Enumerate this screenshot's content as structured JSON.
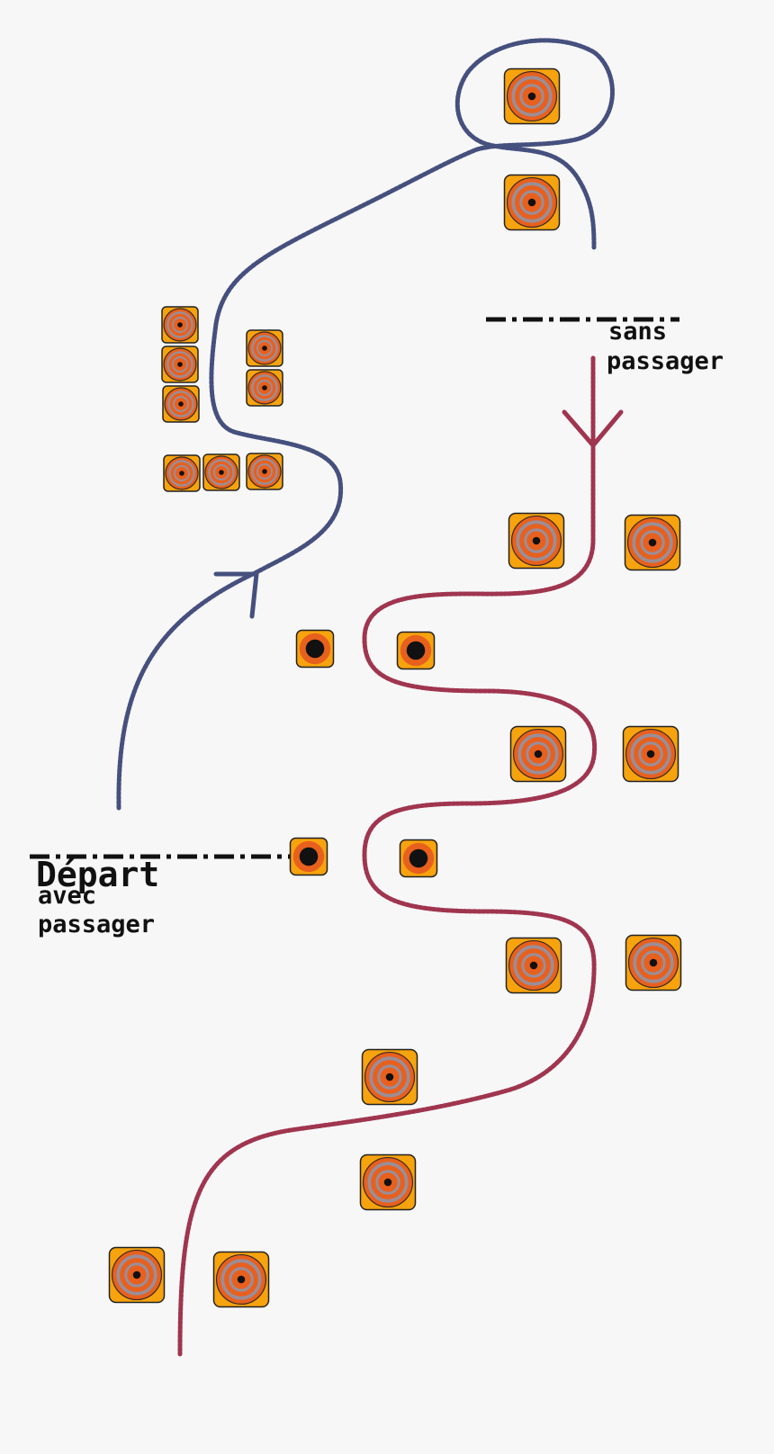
{
  "labels": {
    "start_title": "Départ",
    "start_line1": "avec",
    "start_line2": "passager",
    "return_line1": "sans",
    "return_line2": "passager"
  },
  "colors": {
    "background": "#f7f7f8",
    "path_with_passenger": "#46507e",
    "path_without_passenger": "#a0354f",
    "cone_fill": "#f7a30e",
    "cone_ring": "#e8601e",
    "cone_stripe": "#9a8e98",
    "cone_center": "#111111"
  }
}
